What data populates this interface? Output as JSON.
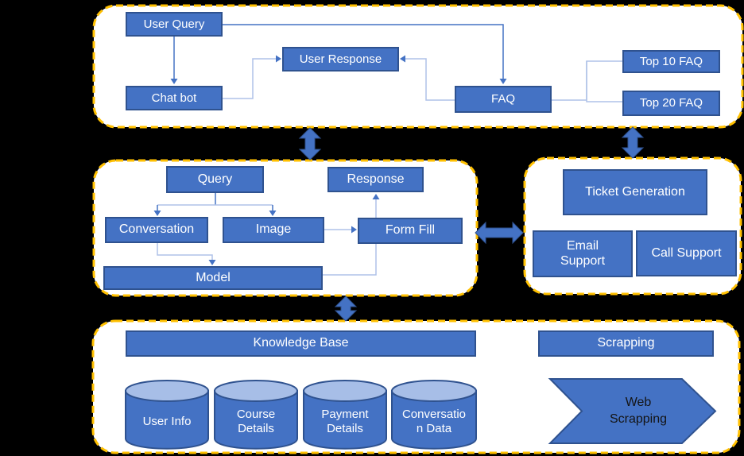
{
  "colors": {
    "canvas_background": "#000000",
    "section_background": "#FFFFFF",
    "section_outline": "#FFC000",
    "shape_fill": "#4472C4",
    "shape_border": "#2F528F",
    "cylinder_top_fill": "#A7BEE7",
    "connector_light": "#AFC2E8",
    "connector_dark": "#4472C4",
    "label_text": "#FFFFFF",
    "chevron_text": "#141414"
  },
  "chat_section": {
    "user_query": "User Query",
    "chat_bot": "Chat bot",
    "user_response": "User Response",
    "faq": "FAQ",
    "top_10_faq": "Top 10 FAQ",
    "top_20_faq": "Top 20 FAQ"
  },
  "engine_section": {
    "query": "Query",
    "response": "Response",
    "conversation": "Conversation",
    "image": "Image",
    "form_fill": "Form Fill",
    "model": "Model"
  },
  "support_section": {
    "ticket_generation": "Ticket Generation",
    "email_support": "Email Support",
    "call_support": "Call Support"
  },
  "data_section": {
    "knowledge_base": "Knowledge Base",
    "scrapping": "Scrapping",
    "user_info": "User Info",
    "course_details": "Course Details",
    "payment_details": "Payment Details",
    "conversation_data": "Conversation Data",
    "web_scrapping": "Web Scrapping"
  }
}
